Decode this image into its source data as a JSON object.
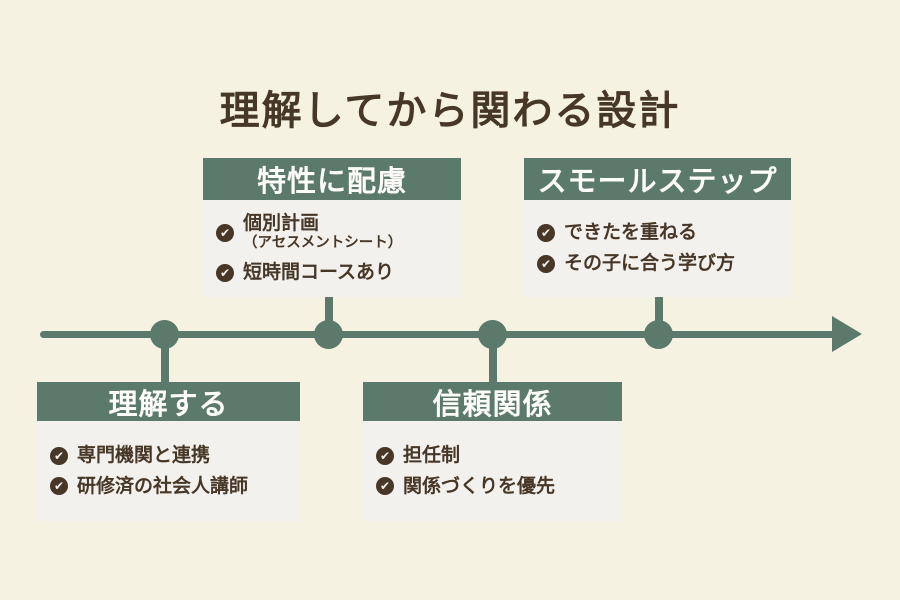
{
  "title": "理解してから関わる設計",
  "colors": {
    "background": "#f6f2e2",
    "accent_green": "#5c7a6b",
    "text_brown": "#473726",
    "card_body_background": "#f2f1ee",
    "header_text": "#fdfdf8"
  },
  "icons": {
    "check": "✔"
  },
  "timeline": {
    "direction": "left-to-right",
    "node_count": 4
  },
  "cards": [
    {
      "header": "特性に配慮",
      "position": "above-line",
      "items": [
        {
          "icon": "check-circle-icon",
          "text": "個別計画",
          "subtext": "（アセスメントシート）"
        },
        {
          "icon": "check-circle-icon",
          "text": "短時間コースあり"
        }
      ]
    },
    {
      "header": "スモールステップ",
      "position": "above-line",
      "items": [
        {
          "icon": "check-circle-icon",
          "text": "できたを重ねる"
        },
        {
          "icon": "check-circle-icon",
          "text": "その子に合う学び方"
        }
      ]
    },
    {
      "header": "理解する",
      "position": "below-line",
      "items": [
        {
          "icon": "check-circle-icon",
          "text": "専門機関と連携"
        },
        {
          "icon": "check-circle-icon",
          "text": "研修済の社会人講師"
        }
      ]
    },
    {
      "header": "信頼関係",
      "position": "below-line",
      "items": [
        {
          "icon": "check-circle-icon",
          "text": "担任制"
        },
        {
          "icon": "check-circle-icon",
          "text": "関係づくりを優先"
        }
      ]
    }
  ]
}
